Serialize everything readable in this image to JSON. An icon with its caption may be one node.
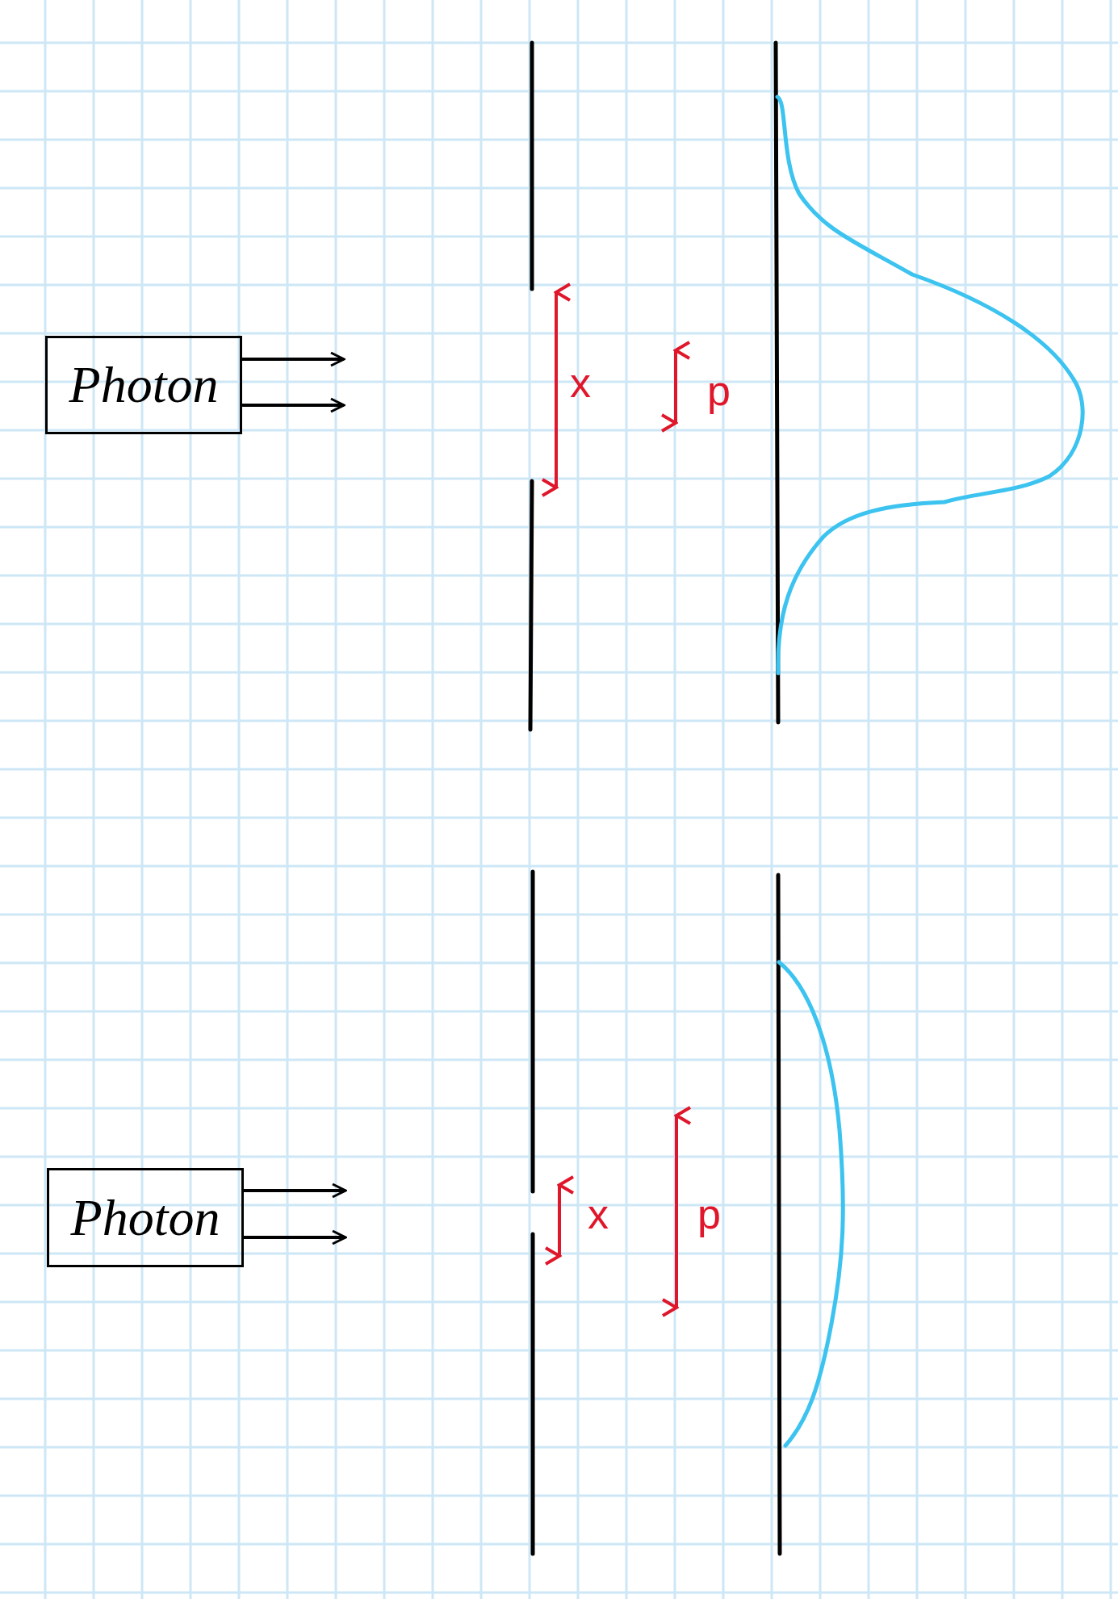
{
  "diagram": {
    "nodes": [
      {
        "text": [
          "Photon"
        ]
      },
      {
        "text": [
          "Photon"
        ]
      }
    ],
    "edges": [
      {
        "from": 0,
        "to": null,
        "arrow": "to"
      },
      {
        "from": 0,
        "to": null,
        "arrow": "to"
      },
      {
        "from": 1,
        "to": null,
        "arrow": "to"
      },
      {
        "from": 1,
        "to": null,
        "arrow": "to"
      }
    ],
    "labels": [
      "x",
      "p",
      "x",
      "p"
    ]
  }
}
